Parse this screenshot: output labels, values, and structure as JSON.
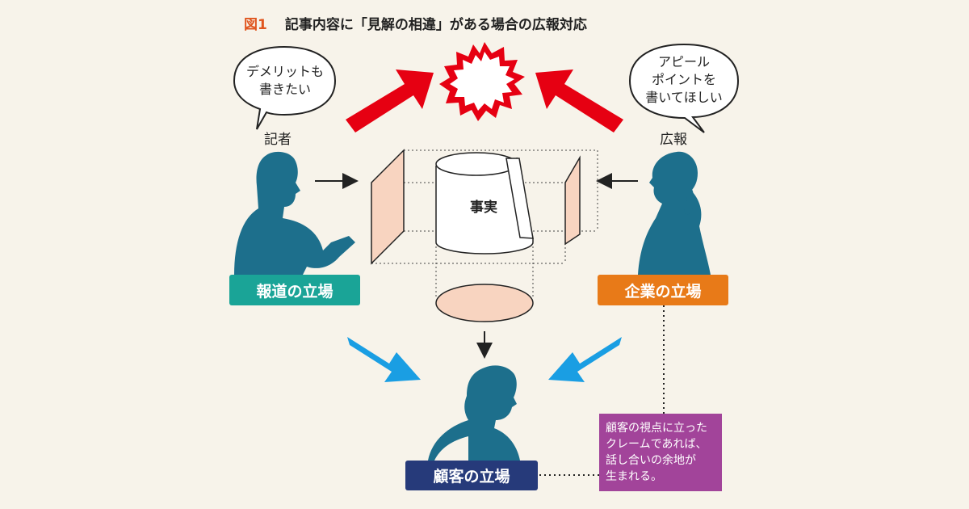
{
  "title": {
    "figure_no": "図1",
    "text": "記事内容に「見解の相違」がある場合の広報対応"
  },
  "reporter": {
    "label": "記者",
    "speech": [
      "デメリットも",
      "書きたい"
    ]
  },
  "pr": {
    "label": "広報",
    "speech": [
      "アピール",
      "ポイントを",
      "書いてほしい"
    ]
  },
  "center": {
    "label": "事実"
  },
  "boxes": {
    "media": "報道の立場",
    "company": "企業の立場",
    "customer": "顧客の立場"
  },
  "note": {
    "lines": [
      "顧客の視点に立った",
      "クレームであれば、",
      "話し合いの余地が",
      "生まれる。"
    ]
  },
  "colors": {
    "title_accent": "#e0561f",
    "conflict_arrow": "#e60012",
    "flow_arrow": "#1a9ee3",
    "silhouette": "#1d6f8c",
    "media_box": "#1aa497",
    "company_box": "#e87a18",
    "customer_box": "#263a7a",
    "note_box": "#a2449a",
    "projection_fill": "#f8d4c0"
  }
}
